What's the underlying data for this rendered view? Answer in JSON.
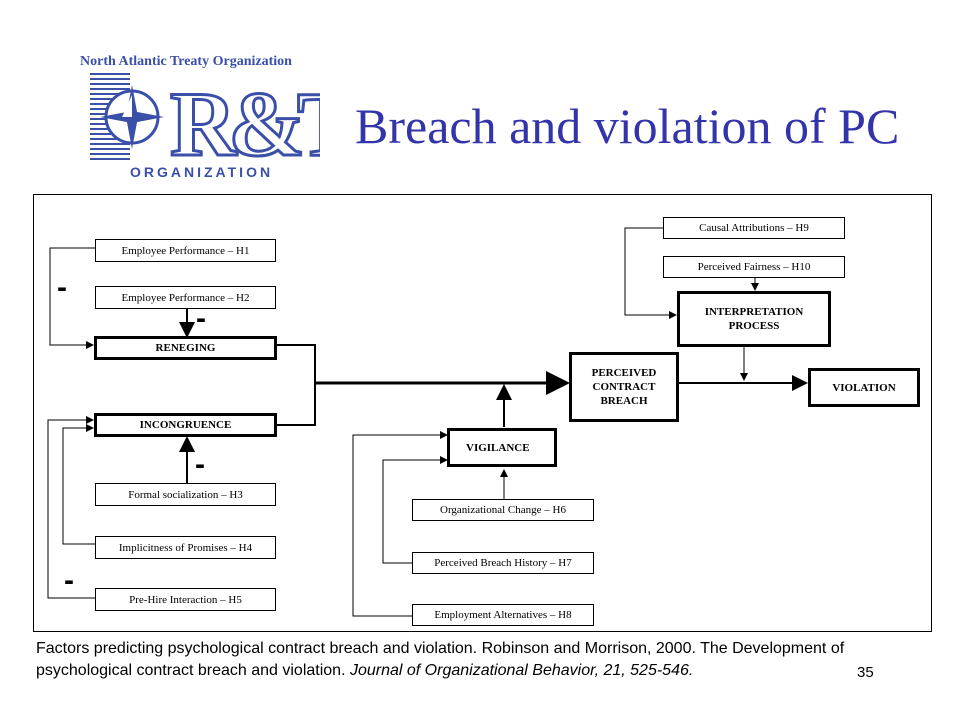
{
  "slide": {
    "title": "Breach and violation of PC",
    "page_number": "35"
  },
  "logo": {
    "top_text": "North Atlantic Treaty Organization",
    "monogram": "R&T",
    "bottom_text": "ORGANIZATION"
  },
  "diagram": {
    "boxes": {
      "h1": "Employee Performance – H1",
      "h2": "Employee Performance – H2",
      "reneging": "RENEGING",
      "incongruence": "INCONGRUENCE",
      "h3": "Formal socialization – H3",
      "h4": "Implicitness of Promises – H4",
      "h5": "Pre-Hire Interaction – H5",
      "vigilance": "VIGILANCE",
      "h6": "Organizational Change – H6",
      "h7": "Perceived Breach History – H7",
      "h8": "Employment Alternatives – H8",
      "perceived_breach": "PERCEIVED CONTRACT BREACH",
      "h9": "Causal Attributions – H9",
      "h10": "Perceived Fairness – H10",
      "interpretation": "INTERPRETATION PROCESS",
      "violation": "VIOLATION"
    },
    "minus_signs": [
      "-",
      "-",
      "-",
      "-"
    ]
  },
  "caption": {
    "text": "Factors predicting psychological contract breach and violation. Robinson and Morrison, 2000. The Development of psychological contract breach and violation. ",
    "citation": "Journal of Organizational Behavior, 21, 525-546."
  },
  "colors": {
    "title": "#3333aa",
    "logo": "#3a4fa8"
  }
}
